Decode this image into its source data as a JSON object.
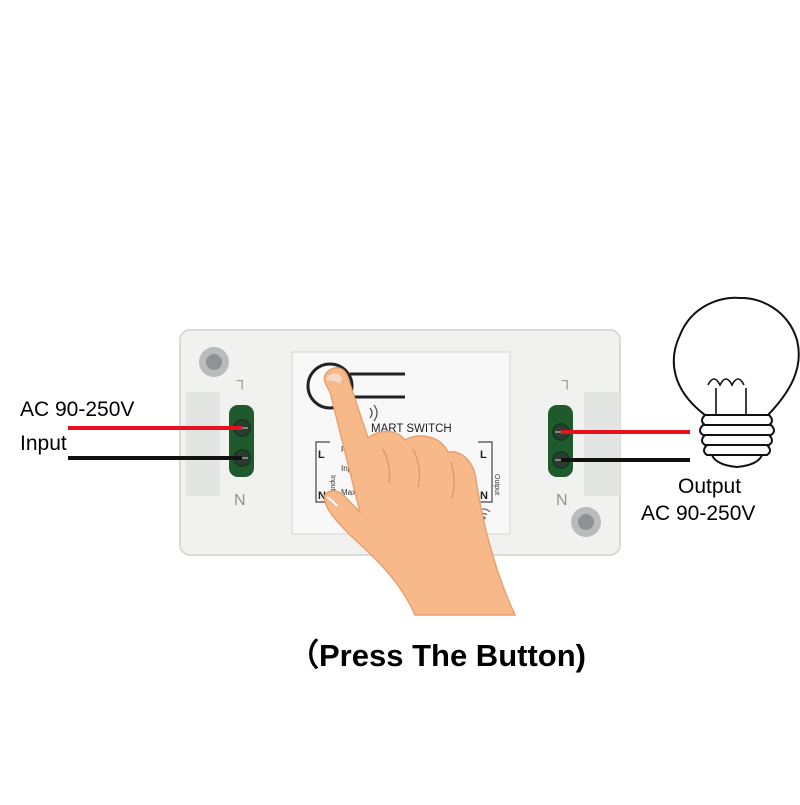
{
  "input": {
    "voltage": "AC 90-250V",
    "label": "Input"
  },
  "output": {
    "label": "Output",
    "voltage": "AC 90-250V"
  },
  "device": {
    "name": "MART SWITCH",
    "left_terminal": {
      "top": "L",
      "bottom": "N",
      "side": "Input"
    },
    "right_terminal": {
      "top": "L",
      "bottom": "N",
      "side": "Output"
    },
    "spec_lines": [
      "RF",
      "Input",
      "Maxloa"
    ],
    "case_marks": {
      "left_top": "L",
      "left_bottom": "N",
      "right_top": "L",
      "right_bottom": "N"
    }
  },
  "caption": "（Press The Button)",
  "colors": {
    "live_wire": "#e8101c",
    "neutral_wire": "#111111",
    "case": "#f1f2f0",
    "panel": "#f8f8f8",
    "terminal": "#1f5a2d",
    "hand": "#f7b98a"
  }
}
